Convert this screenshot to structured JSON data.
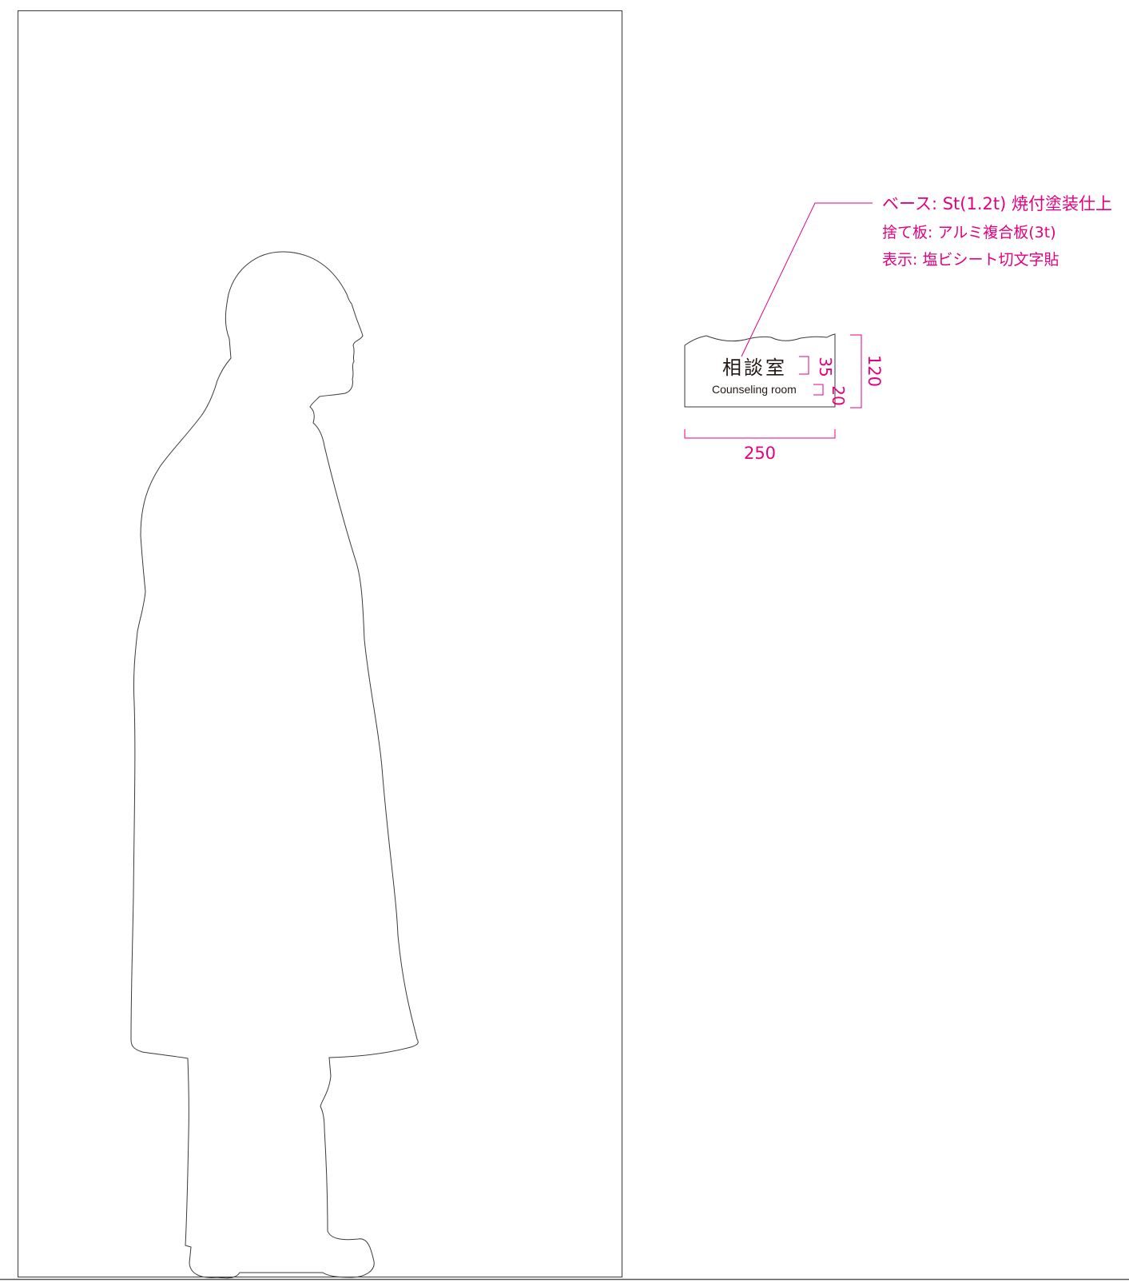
{
  "sign": {
    "title_jp": "相談室",
    "title_en": "Counseling room"
  },
  "spec_notes": [
    "ベース: St(1.2t) 焼付塗装仕上",
    "捨て板: アルミ複合板(3t)",
    "表示: 塩ビシート切文字貼"
  ],
  "dimensions": {
    "width": "250",
    "height": "120",
    "title_height": "35",
    "subtitle_height": "20"
  },
  "colors": {
    "annotation": "#e4007f",
    "outline": "#3a3a3a",
    "sign_text": "#231815"
  }
}
